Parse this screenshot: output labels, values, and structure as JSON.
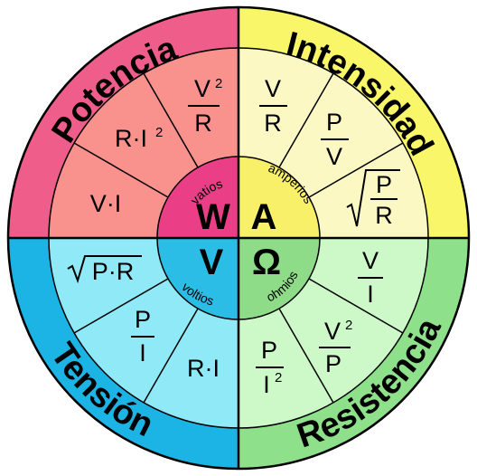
{
  "colors": {
    "potencia_outer": "#ef5e8a",
    "potencia_mid": "#f9918d",
    "potencia_inner": "#ea3f86",
    "intensidad_outer": "#faf66a",
    "intensidad_mid": "#fbf8c4",
    "intensidad_inner": "#f9f06a",
    "tension_outer": "#1cb3e5",
    "tension_mid": "#8fe9f7",
    "tension_inner": "#2bbde6",
    "resistencia_outer": "#8ee08b",
    "resistencia_mid": "#cdf8c8",
    "resistencia_inner": "#8edb88"
  },
  "quadrants": {
    "potencia": {
      "label": "Potencia",
      "unit": "vatios",
      "symbol": "W",
      "formulas": {
        "f1": "V·I",
        "f2": "R·I",
        "f2_sup": "2",
        "f3_num": "V",
        "f3_sup": "2",
        "f3_den": "R"
      }
    },
    "intensidad": {
      "label": "Intensidad",
      "unit": "amperios",
      "symbol": "A",
      "formulas": {
        "f1_num": "V",
        "f1_den": "R",
        "f2_num": "P",
        "f2_den": "V",
        "f3_num": "P",
        "f3_den": "R"
      }
    },
    "tension": {
      "label": "Tensión",
      "unit": "voltios",
      "symbol": "V",
      "formulas": {
        "f1": "P·R",
        "f2_num": "P",
        "f2_den": "I",
        "f3": "R·I"
      }
    },
    "resistencia": {
      "label": "Resistencia",
      "unit": "ohmios",
      "symbol": "Ω",
      "formulas": {
        "f1_num": "V",
        "f1_den": "I",
        "f2_num": "V",
        "f2_sup": "2",
        "f2_den": "P",
        "f3_num": "P",
        "f3_den": "I",
        "f3_den_sup": "2"
      }
    }
  }
}
